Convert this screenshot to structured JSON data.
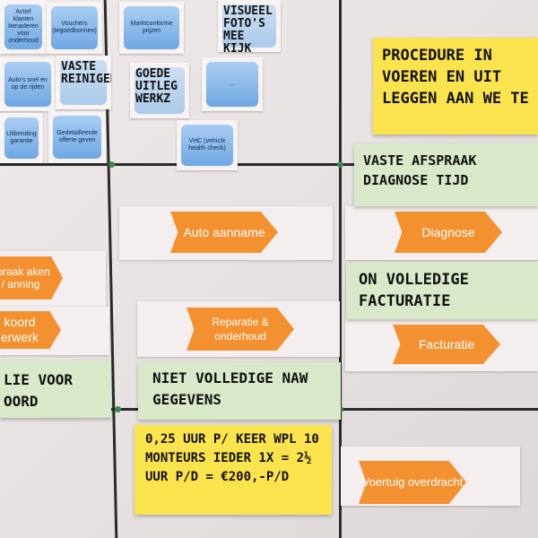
{
  "tiles": {
    "t1": "Actief klanten benaderen voor onderhoud",
    "t2": "Vouchers (tegoedbonnen)",
    "t3": "Marktconforme prijzen",
    "t4": "Auto's snel en op de rijden",
    "t5": "Uitbreiding garantie",
    "t6": "Gedetailleerde offerte geven",
    "t7": "...",
    "t8": "VHC (vehicle health check)"
  },
  "small_notes": {
    "visueel": "VISUEEL FOTO'S MEE KIJK",
    "vaste_reiniging": "VASTE REINIGEN",
    "goede_uitleg": "GOEDE UITLEG WERKZ"
  },
  "arrows": {
    "auto_aanname": "Auto aanname",
    "diagnose": "Diagnose",
    "afspraak": "spraak aken / anning",
    "akkoord": "koord erwerk",
    "reparatie": "Reparatie & onderhoud",
    "facturatie": "Facturatie",
    "voertuig": "Voertuig overdracht"
  },
  "sticky_notes": {
    "procedure": "PROCEDURE IN VOEREN EN UIT LEGGEN AAN WE TE",
    "vaste_afspraak": "VASTE AFSPRAAK DIAGNOSE TIJD",
    "onvolledige": "ON VOLLEDIGE FACTURATIE",
    "niet_volledige": "NIET VOLLEDIGE NAW GEGEVENS",
    "uren": "0,25 UUR P/ KEER WPL 10 MONTEURS IEDER 1X = 2½ UUR P/D = €200,-P/D",
    "olie": "LIE VOOR OORD"
  },
  "colors": {
    "arrow": "#f39131",
    "sticky_yellow": "#fbe34e",
    "sticky_green": "#d9e8c9",
    "tile_blue": "#6fa8e3",
    "grid_tape": "#2a2a2a"
  }
}
